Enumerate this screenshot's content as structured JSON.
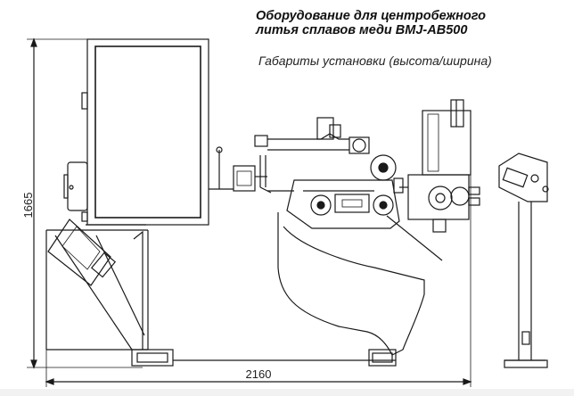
{
  "title": {
    "line1": "Оборудование для центробежного",
    "line2": "литья сплавов меди BMJ-AB500"
  },
  "subtitle": "Габариты установки (высота/ширина)",
  "dimensions": {
    "height": "1665",
    "width": "2160"
  }
}
